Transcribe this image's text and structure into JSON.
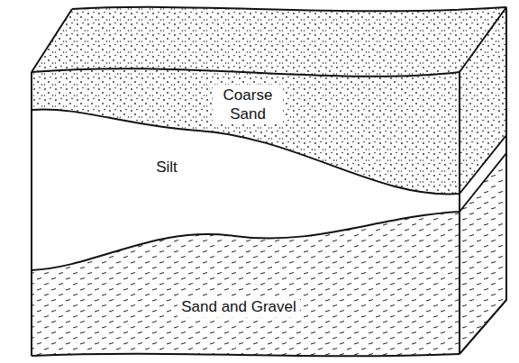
{
  "diagram": {
    "nodes": [
      {
        "text": [
          "Coarse Sand"
        ]
      },
      {
        "text": [
          "Silt"
        ]
      },
      {
        "text": [
          "Sand and Gravel"
        ]
      }
    ]
  }
}
